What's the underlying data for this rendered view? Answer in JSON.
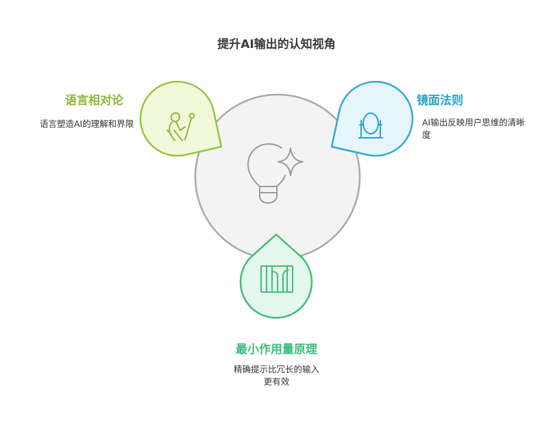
{
  "title": "提升AI输出的认知视角",
  "sections": {
    "left": {
      "heading": "语言相对论",
      "description": "语言塑造AI的理解和界限",
      "icon": "hiker-with-staff-icon",
      "color": "#8db53a"
    },
    "right": {
      "heading": "镜面法则",
      "description": "AI输出反映用户思维的清晰度",
      "icon": "mirror-icon",
      "color": "#27a3c9"
    },
    "bottom": {
      "heading": "最小作用量原理",
      "description_line1": "精确提示比冗长的输入",
      "description_line2": "更有效",
      "icon": "book-pages-icon",
      "color": "#3ebd7a"
    }
  },
  "center": {
    "icon": "lightbulb-sparkle-icon"
  }
}
